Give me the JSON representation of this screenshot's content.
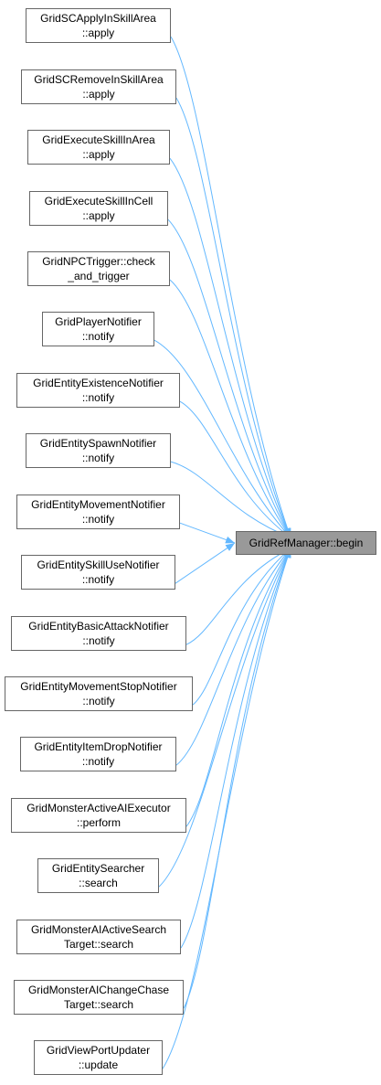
{
  "diagram": {
    "target": {
      "lines": [
        "GridRefManager::begin"
      ]
    },
    "callers": [
      {
        "lines": [
          "GridSCApplyInSkillArea",
          "::apply"
        ]
      },
      {
        "lines": [
          "GridSCRemoveInSkillArea",
          "::apply"
        ]
      },
      {
        "lines": [
          "GridExecuteSkillInArea",
          "::apply"
        ]
      },
      {
        "lines": [
          "GridExecuteSkillInCell",
          "::apply"
        ]
      },
      {
        "lines": [
          "GridNPCTrigger::check",
          "_and_trigger"
        ]
      },
      {
        "lines": [
          "GridPlayerNotifier",
          "::notify"
        ]
      },
      {
        "lines": [
          "GridEntityExistenceNotifier",
          "::notify"
        ]
      },
      {
        "lines": [
          "GridEntitySpawnNotifier",
          "::notify"
        ]
      },
      {
        "lines": [
          "GridEntityMovementNotifier",
          "::notify"
        ]
      },
      {
        "lines": [
          "GridEntitySkillUseNotifier",
          "::notify"
        ]
      },
      {
        "lines": [
          "GridEntityBasicAttackNotifier",
          "::notify"
        ]
      },
      {
        "lines": [
          "GridEntityMovementStopNotifier",
          "::notify"
        ]
      },
      {
        "lines": [
          "GridEntityItemDropNotifier",
          "::notify"
        ]
      },
      {
        "lines": [
          "GridMonsterActiveAIExecutor",
          "::perform"
        ]
      },
      {
        "lines": [
          "GridEntitySearcher",
          "::search"
        ]
      },
      {
        "lines": [
          "GridMonsterAIActiveSearch",
          "Target::search"
        ]
      },
      {
        "lines": [
          "GridMonsterAIChangeChase",
          "Target::search"
        ]
      },
      {
        "lines": [
          "GridViewPortUpdater",
          "::update"
        ]
      }
    ],
    "colors": {
      "edge": "#63b8ff",
      "border": "#666666",
      "target_fill": "#999999",
      "node_fill": "#ffffff"
    }
  }
}
